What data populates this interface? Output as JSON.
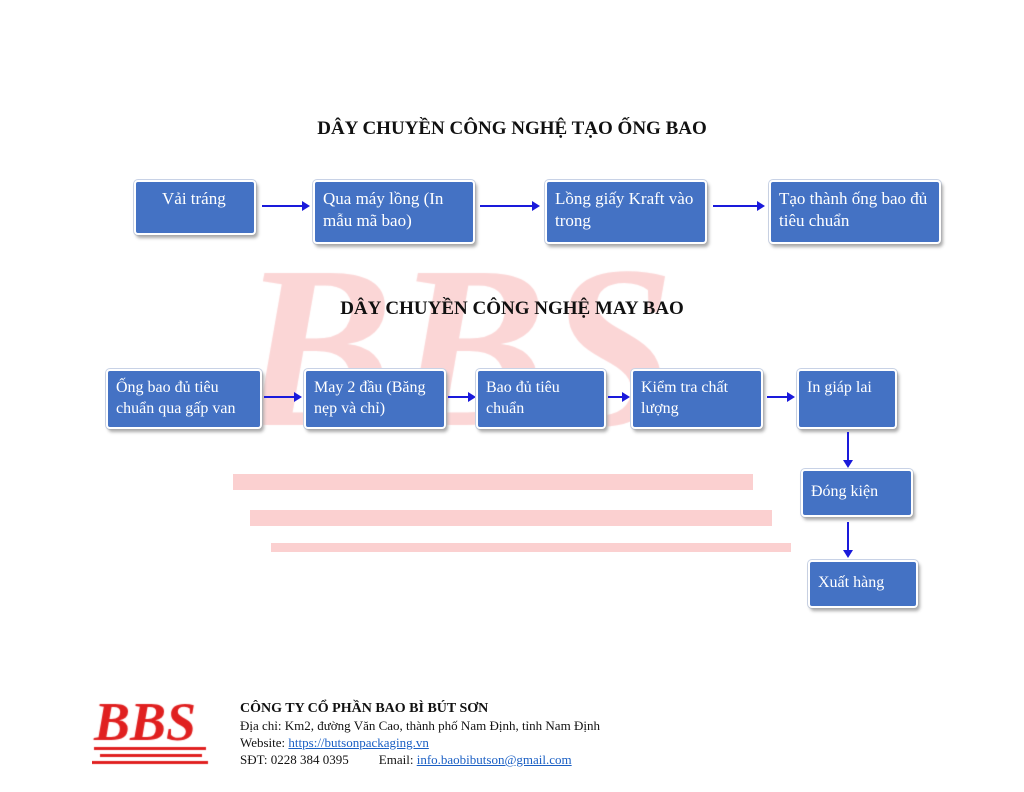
{
  "watermark": "BBS",
  "section1": {
    "title": "DÂY CHUYỀN CÔNG NGHỆ TẠO ỐNG BAO",
    "steps": [
      "Vải tráng",
      "Qua máy lồng (In mẫu mã bao)",
      "Lồng giấy Kraft vào trong",
      "Tạo thành ống bao đủ tiêu chuẩn"
    ]
  },
  "section2": {
    "title": "DÂY CHUYỀN CÔNG NGHỆ MAY BAO",
    "steps": [
      "Ống bao đủ tiêu chuẩn qua gấp van",
      "May 2 đầu (Băng nẹp và chỉ)",
      "Bao đủ tiêu chuẩn",
      "Kiểm tra chất lượng",
      "In giáp lai",
      "Đóng kiện",
      "Xuất hàng"
    ]
  },
  "footer": {
    "logo": "BBS",
    "company": "CÔNG TY CỔ PHẦN BAO BÌ BÚT SƠN",
    "address": "Địa chỉ: Km2, đường Văn Cao, thành phố Nam Định, tỉnh Nam Định",
    "website_label": "Website: ",
    "website": "https://butsonpackaging.vn",
    "phone": "SĐT: 0228 384 0395",
    "email_label": "Email: ",
    "email": "info.baobibutson@gmail.com"
  }
}
